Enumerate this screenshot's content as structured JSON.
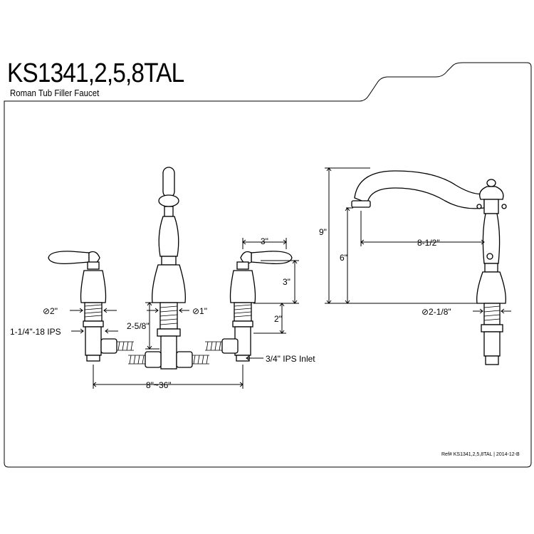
{
  "header": {
    "model": "KS1341,2,5,8TAL",
    "description": "Roman Tub Filler Faucet"
  },
  "front_view": {
    "dims": {
      "handle_diameter": "⊘2\"",
      "handle_spacing": "3\"",
      "handle_height": "3\"",
      "handle_shank": "2\"",
      "inlet_thread": "1-1/4\"-18 IPS",
      "spout_shank": "2-5/8\"",
      "spout_diameter": "⊘1\"",
      "inlet": "3/4\" IPS Inlet",
      "center_range": "8\"~36\""
    }
  },
  "side_view": {
    "dims": {
      "total_height": "9\"",
      "spout_height": "6\"",
      "reach": "8-1/2\"",
      "base_diameter": "⊘2-1/8\""
    }
  },
  "footer": {
    "reference": "Ref# KS1341,2,5,8TAL | 2014-12-B"
  }
}
